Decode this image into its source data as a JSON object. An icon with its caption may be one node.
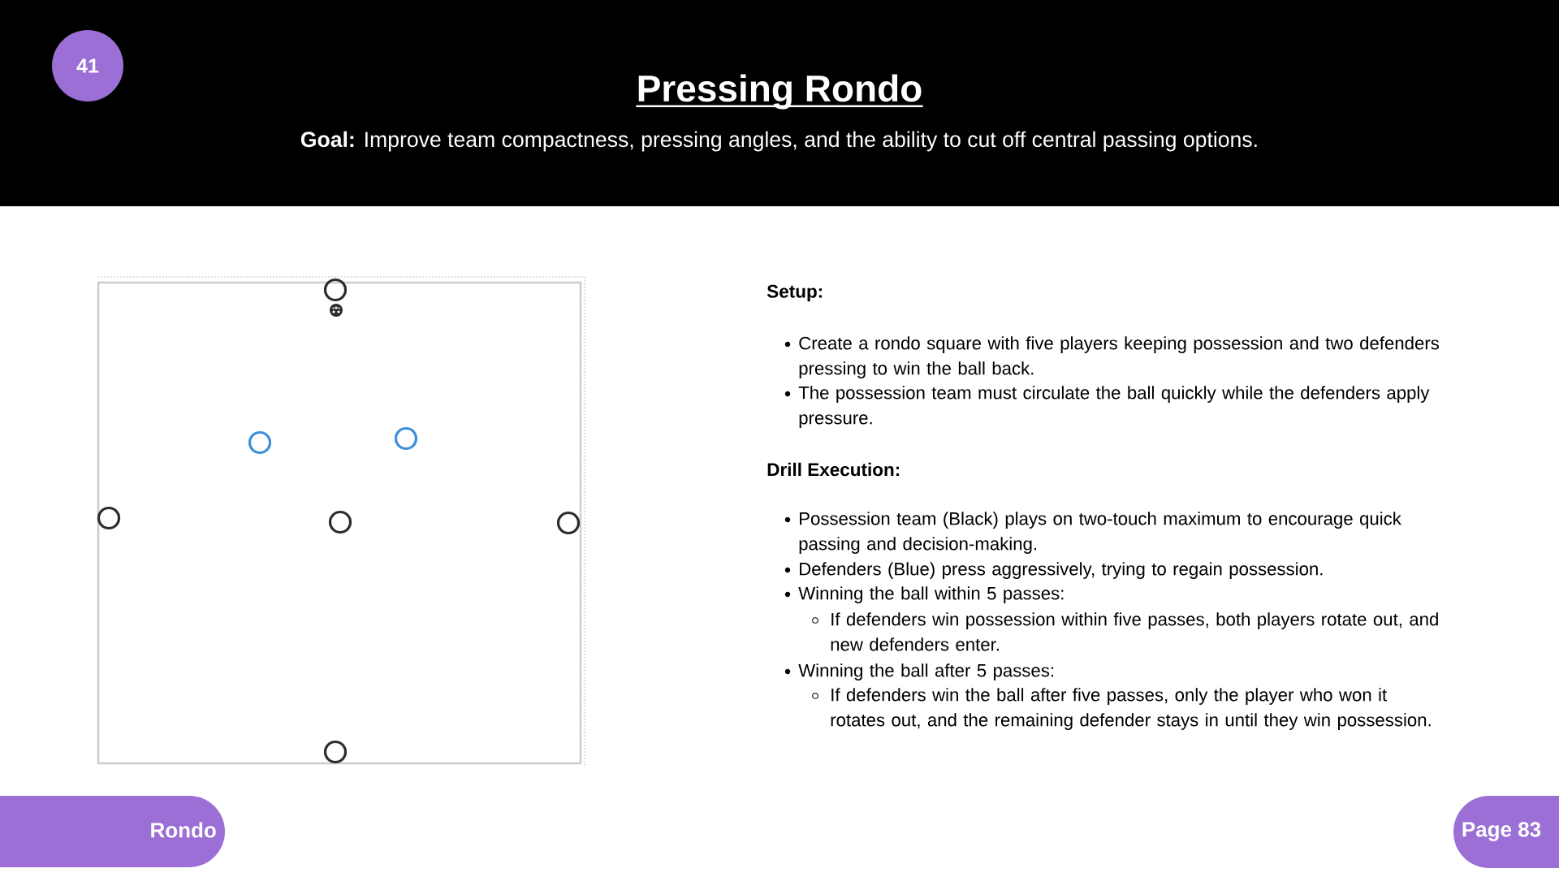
{
  "diagram": {
    "title": "Pressing Rondo",
    "nodes": [
      {
        "text": [
          "41"
        ]
      },
      {
        "text": [
          "Rondo"
        ]
      },
      {
        "text": [
          "Page 83"
        ]
      }
    ],
    "labels": [
      "**Goal:** Improve team compactness, pressing angles, and the ability to cut off central passing options.",
      "Setup:",
      "Create a rondo square with five players keeping possession and two defenders pressing to win the ball back.",
      "The possession team must circulate the ball quickly while the defenders apply pressure.",
      "Drill Execution:",
      "Possession team (Black) plays on two-touch maximum to encourage quick passing and decision-making.",
      "Defenders (Blue) press aggressively, trying to regain possession.",
      "Winning the ball within 5 passes:",
      "If defenders win possession within five passes, both players rotate out, and new defenders enter.",
      "Winning the ball after 5 passes:",
      "If defenders win the ball after five passes, only the player who won it rotates out, and the remaining defender stays in until they win possession."
    ]
  }
}
